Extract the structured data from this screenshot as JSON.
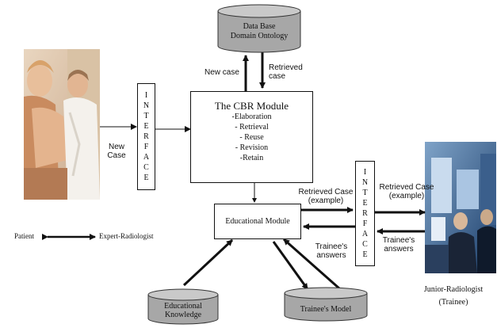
{
  "database": {
    "line1": "Data Base",
    "line2": "Domain Ontology"
  },
  "cbr": {
    "title": "The CBR Module",
    "steps": [
      "-Elaboration",
      "- Retrieval",
      "- Reuse",
      "- Revision",
      "-Retain"
    ]
  },
  "interface_letters": [
    "I",
    "N",
    "T",
    "E",
    "R",
    "F",
    "A",
    "C",
    "E"
  ],
  "educational_module": "Educational Module",
  "educational_knowledge": {
    "line1": "Educational",
    "line2": "Knowledge"
  },
  "trainee_model": "Trainee's Model",
  "labels": {
    "new_case_up": "New case",
    "retrieved_case_down": [
      "Retrieved",
      "case"
    ],
    "new_case_left": [
      "New",
      "Case"
    ],
    "retrieved_case_example_1": [
      "Retrieved Case",
      "(example)"
    ],
    "retrieved_case_example_2": [
      "Retrieved Case",
      "(example)"
    ],
    "trainees_answers_1": [
      "Trainee's",
      "answers"
    ],
    "trainees_answers_2": [
      "Trainee's",
      "answers"
    ]
  },
  "legend": {
    "left": "Patient",
    "right": "Expert-Radiologist"
  },
  "junior": {
    "line1": "Junior-Radiologist",
    "line2": "(Trainee)"
  }
}
